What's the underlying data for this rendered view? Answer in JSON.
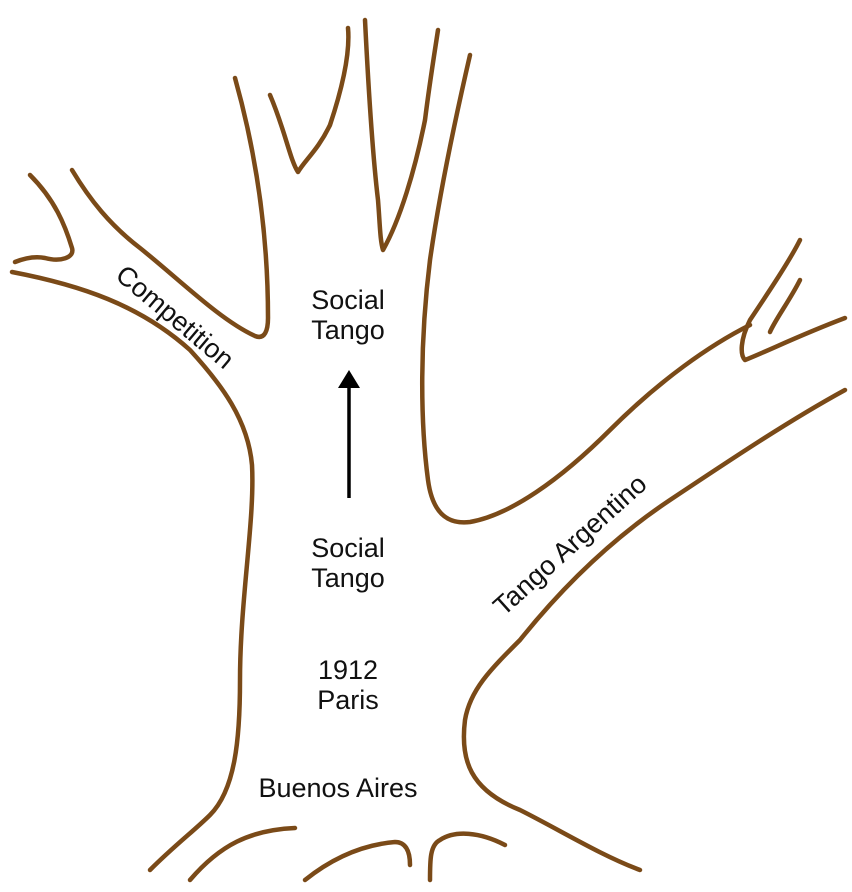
{
  "colors": {
    "branch": "#7a4a18",
    "text": "#111111",
    "background": "#ffffff",
    "arrow": "#000000"
  },
  "labels": {
    "top_social_tango": [
      "Social",
      "Tango"
    ],
    "mid_social_tango": [
      "Social",
      "Tango"
    ],
    "year_city": [
      "1912",
      "Paris"
    ],
    "origin": "Buenos Aires",
    "branch_left": "Competition",
    "branch_right": "Tango Argentino"
  },
  "arrow": {
    "direction": "up",
    "from": "mid_social_tango",
    "to": "top_social_tango"
  }
}
